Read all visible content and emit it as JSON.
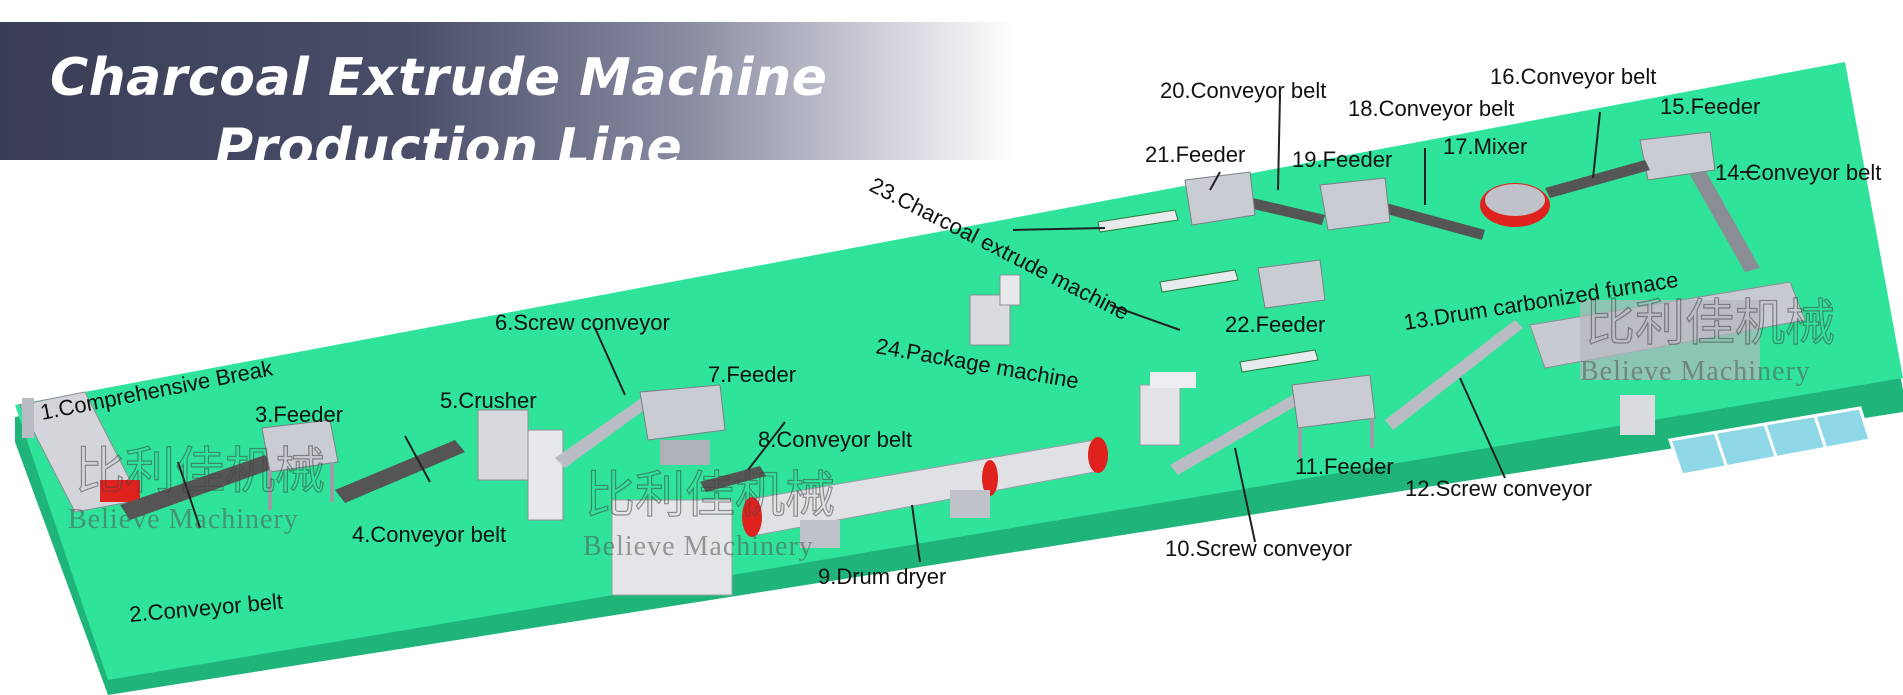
{
  "title": {
    "line1": "Charcoal Extrude Machine",
    "line2": "Production Line"
  },
  "colors": {
    "floor": "#2fe39a",
    "floor_edge": "#1fb57a",
    "machine": "#c9ccd2",
    "accent": "#e0221e",
    "belt": "#333333",
    "ink": "#111111"
  },
  "labels": {
    "l1": "1.Comprehensive Break",
    "l2": "2.Conveyor belt",
    "l3": "3.Feeder",
    "l4": "4.Conveyor belt",
    "l5": "5.Crusher",
    "l6": "6.Screw conveyor",
    "l7": "7.Feeder",
    "l8": "8.Conveyor belt",
    "l9": "9.Drum dryer",
    "l10": "10.Screw conveyor",
    "l11": "11.Feeder",
    "l12": "12.Screw conveyor",
    "l13": "13.Drum carbonized furnace",
    "l14": "14.Conveyor belt",
    "l15": "15.Feeder",
    "l16": "16.Conveyor belt",
    "l17": "17.Mixer",
    "l18": "18.Conveyor belt",
    "l19": "19.Feeder",
    "l20": "20.Conveyor belt",
    "l21": "21.Feeder",
    "l22": "22.Feeder",
    "l23": "23.Charcoal extrude machine",
    "l24": "24.Package machine"
  },
  "watermarks": {
    "chinese": "比利佳机械",
    "english": "Believe Machinery"
  }
}
